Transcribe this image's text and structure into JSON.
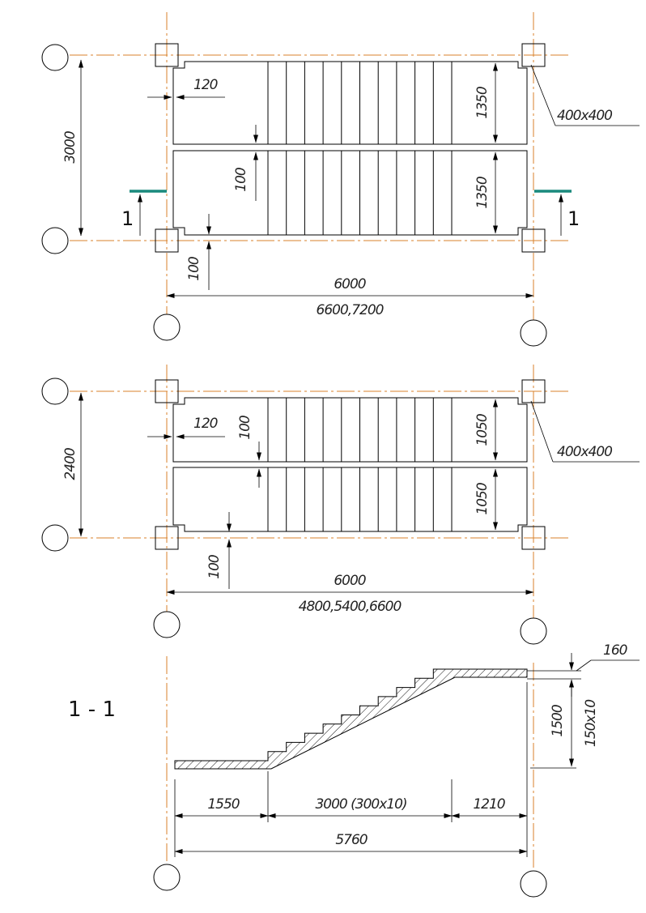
{
  "colors": {
    "axis": "#d9822b",
    "section_mark": "#1a8a7d",
    "line": "#000000",
    "background": "#ffffff"
  },
  "plan1": {
    "height": "3000",
    "flight_width_top": "1350",
    "flight_width_bottom": "1350",
    "wall_gap": "120",
    "landing_gap": "100",
    "bottom_gap": "100",
    "column": "400x400",
    "span": "6000",
    "span_variants": "6600,7200",
    "cut_left": "1",
    "cut_right": "1"
  },
  "plan2": {
    "height": "2400",
    "flight_width_top": "1050",
    "flight_width_bottom": "1050",
    "wall_gap": "120",
    "landing_gap": "100",
    "bottom_gap": "100",
    "column": "400x400",
    "span": "6000",
    "span_variants": "4800,5400,6600"
  },
  "section": {
    "title": "1 - 1",
    "slab": "160",
    "height": "1500",
    "steps": "150x10",
    "left_landing": "1550",
    "flight": "3000 (300x10)",
    "right_landing": "1210",
    "total": "5760"
  }
}
